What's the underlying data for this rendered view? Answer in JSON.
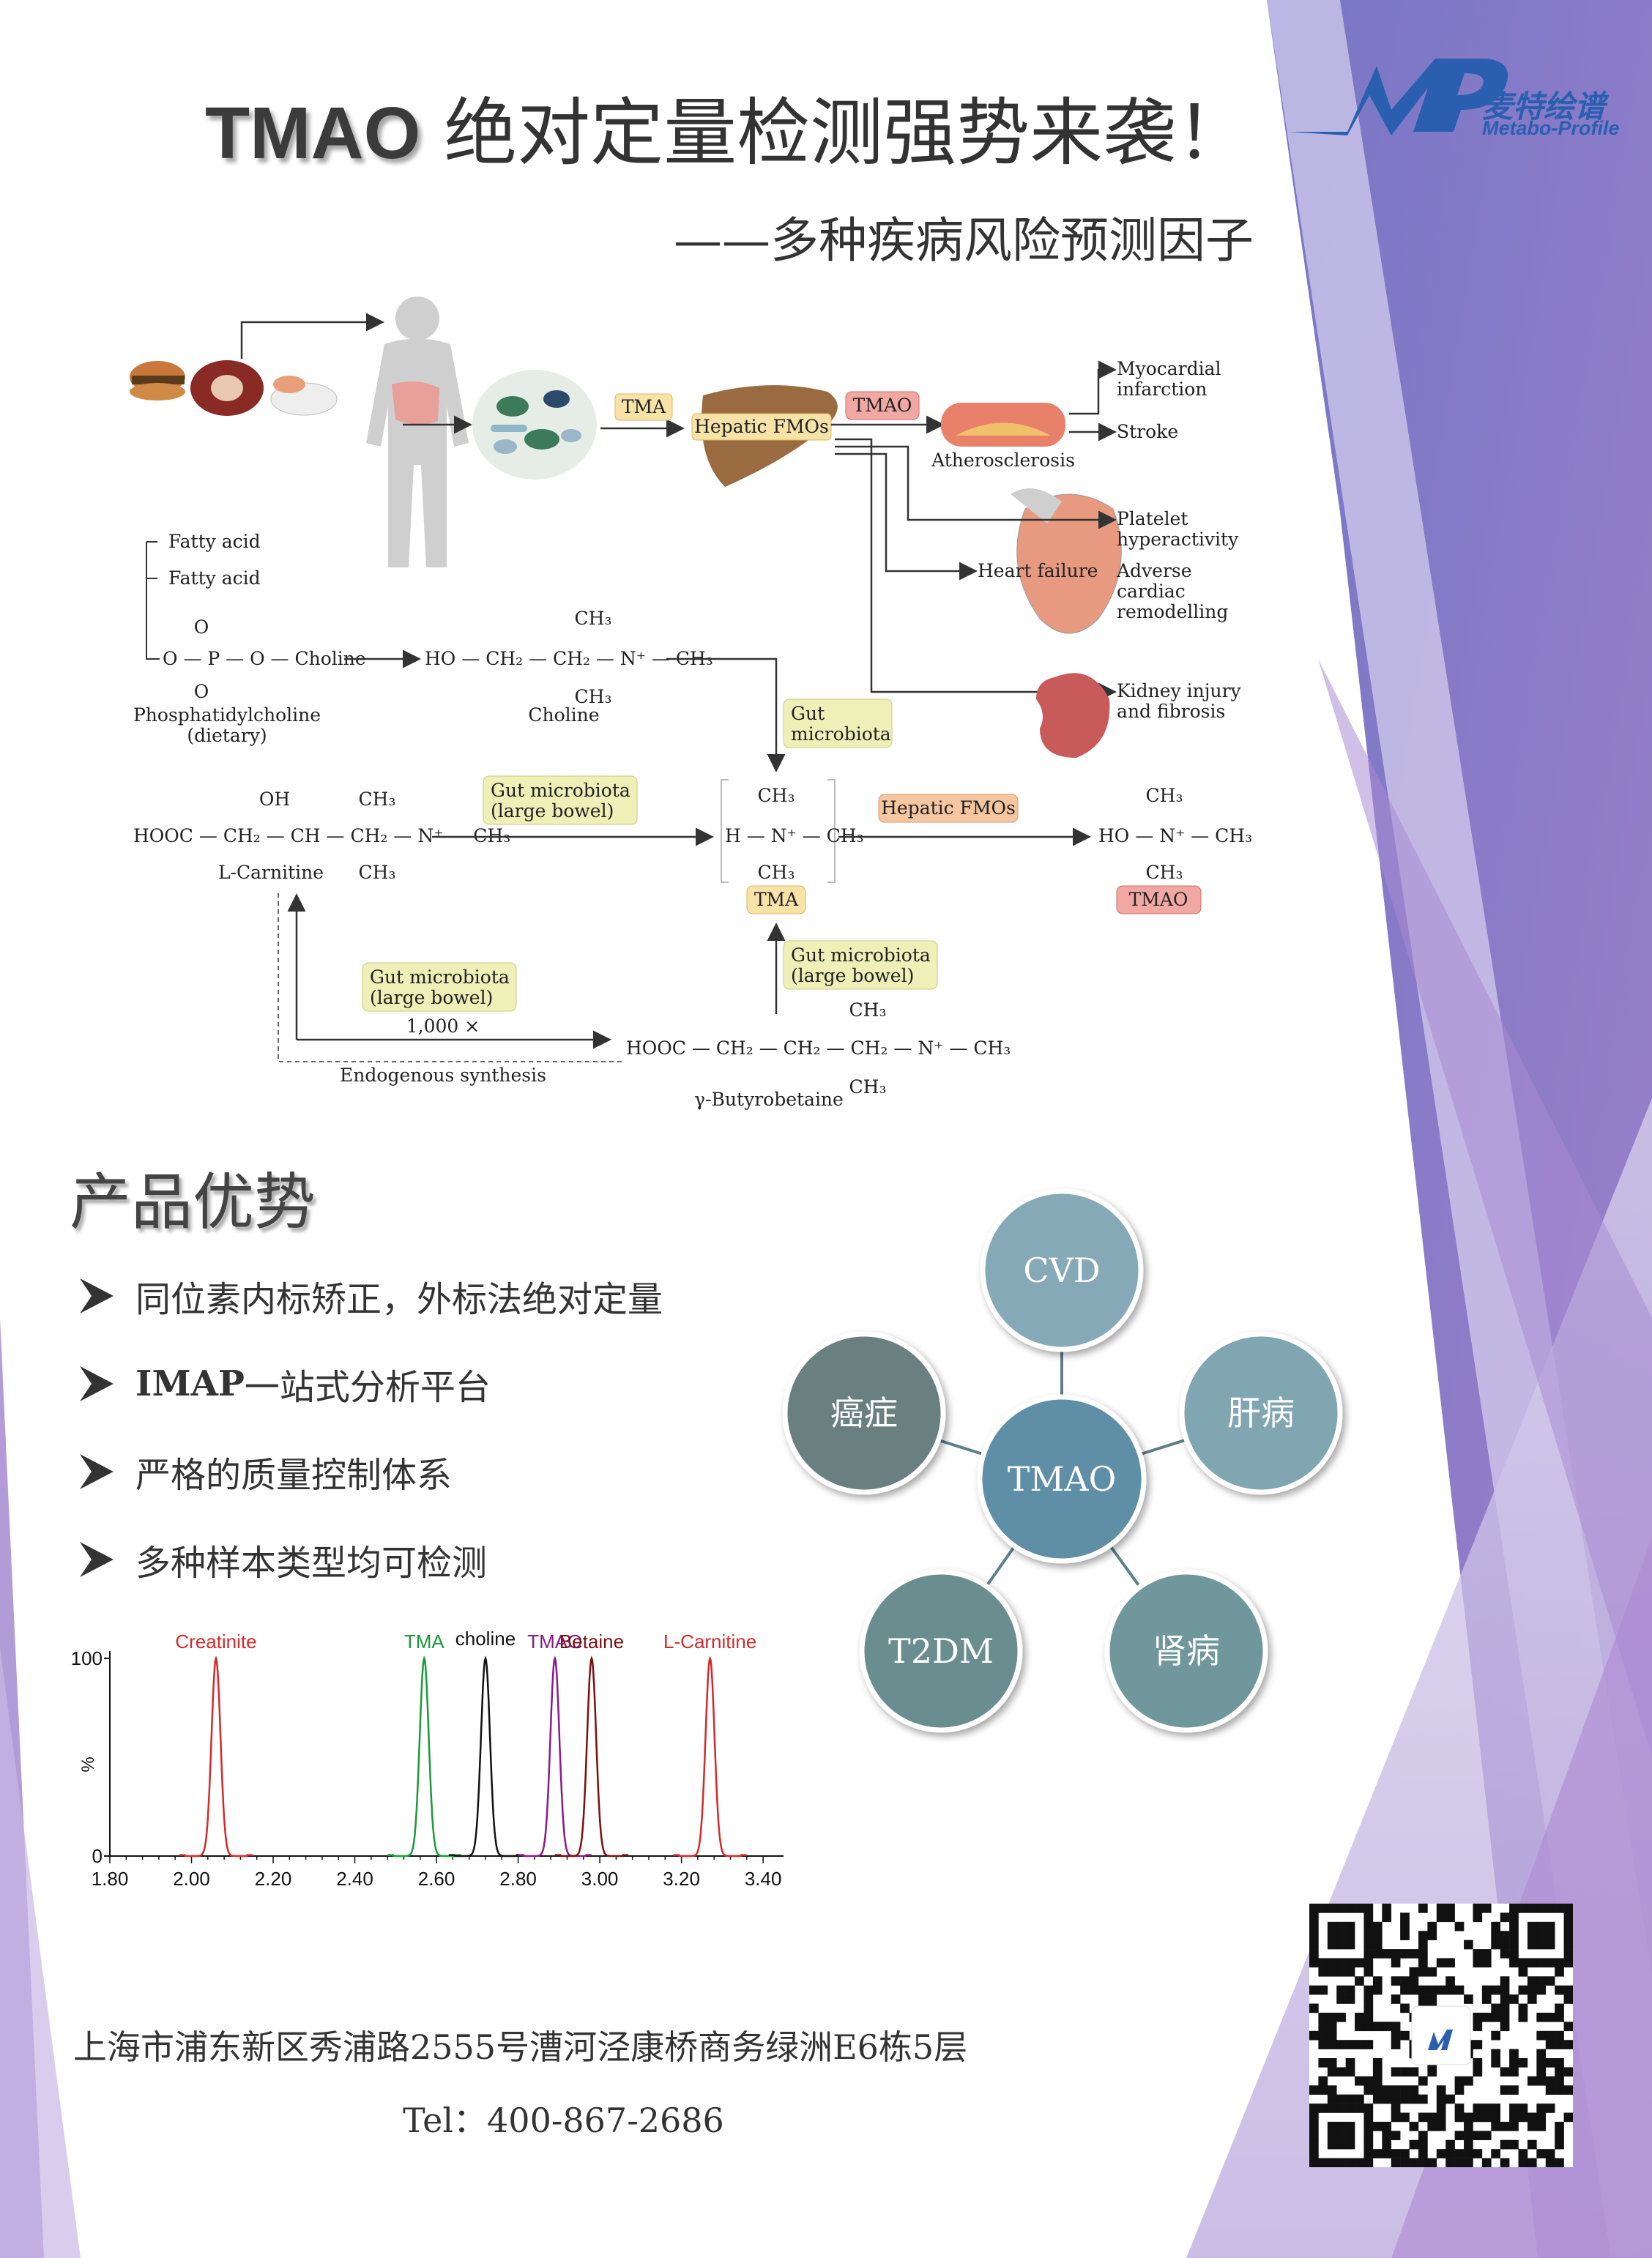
{
  "header": {
    "title_bold": "TMAO",
    "title_rest": "绝对定量检测强势来袭！",
    "subtitle": "——多种疾病风险预测因子"
  },
  "logo": {
    "cn": "麦特绘谱",
    "en": "Metabo-Profile",
    "mark": "MP"
  },
  "pathway": {
    "top": {
      "tma": "TMA",
      "hepatic_fmos": "Hepatic FMOs",
      "tmao": "TMAO",
      "atherosclerosis": "Atherosclerosis",
      "myocardial": [
        "Myocardial",
        "infarction"
      ],
      "stroke": "Stroke",
      "platelet": [
        "Platelet",
        "hyperactivity"
      ],
      "heart_failure": "Heart failure",
      "adverse": [
        "Adverse",
        "cardiac",
        "remodelling"
      ],
      "kidney": [
        "Kidney injury",
        "and fibrosis"
      ]
    },
    "fatty_acid_1": "Fatty acid",
    "fatty_acid_2": "Fatty acid",
    "o_top": "O",
    "o_bottom": "O",
    "phos_chain": "O — P — O — Choline",
    "phosphatidylcholine": [
      "Phosphatidylcholine",
      "(dietary)"
    ],
    "choline_formula": "HO — CH₂ — CH₂ — N⁺ — CH₃",
    "choline_ch3_top": "CH₃",
    "choline_ch3_bottom": "CH₃",
    "choline_label": "Choline",
    "gut_microbiota_1": [
      "Gut",
      "microbiota"
    ],
    "carnitine_oh": "OH",
    "carnitine_formula": "HOOC — CH₂ — CH — CH₂ — N⁺ — CH₃",
    "carnitine_ch3_top": "CH₃",
    "carnitine_ch3_bottom": "CH₃",
    "carnitine_label": "L-Carnitine",
    "gut_large_bowel_1": [
      "Gut microbiota",
      "(large bowel)"
    ],
    "tma_formula": "H — N⁺ — CH₃",
    "tma_ch3_top": "CH₃",
    "tma_ch3_bottom": "CH₃",
    "tma_label": "TMA",
    "hepatic_fmos_2": "Hepatic FMOs",
    "tmao_formula": "HO — N⁺ — CH₃",
    "tmao_ch3_top": "CH₃",
    "tmao_ch3_bottom": "CH₃",
    "tmao_label": "TMAO",
    "gut_large_bowel_2": [
      "Gut microbiota",
      "(large bowel)"
    ],
    "gut_large_bowel_3": [
      "Gut microbiota",
      "(large bowel)"
    ],
    "times_1000": "1,000 ×",
    "endogenous": "Endogenous synthesis",
    "butyro_formula": "HOOC — CH₂ — CH₂ — CH₂ — N⁺ — CH₃",
    "butyro_ch3_top": "CH₃",
    "butyro_ch3_bottom": "CH₃",
    "butyro_label": "γ-Butyrobetaine"
  },
  "advantages": {
    "title": "产品优势",
    "item1": "同位素内标矫正，外标法绝对定量",
    "item2_bold": "IMAP",
    "item2_rest": "一站式分析平台",
    "item3": "严格的质量控制体系",
    "item4": "多种样本类型均可检测"
  },
  "network": {
    "center": "TMAO",
    "cvd": "CVD",
    "liver": "肝病",
    "kidney": "肾病",
    "t2dm": "T2DM",
    "cancer": "癌症",
    "colors": {
      "center": "#5e8fa6",
      "cvd": "#85a9b6",
      "liver": "#7fa6b1",
      "kidney": "#6f979c",
      "t2dm": "#6a8d8f",
      "cancer": "#6a7f7f"
    }
  },
  "chart_data": {
    "type": "line",
    "xlim": [
      1.8,
      3.45
    ],
    "ylim": [
      0,
      100
    ],
    "ylabel": "%",
    "x_ticks": [
      "1.80",
      "2.00",
      "2.20",
      "2.40",
      "2.60",
      "2.80",
      "3.00",
      "3.20",
      "3.40"
    ],
    "y_ticks": [
      "100",
      "0"
    ],
    "series": [
      {
        "name": "Creatinite",
        "peak_x": 2.06,
        "peak_y": 100,
        "color": "#d42a2a"
      },
      {
        "name": "TMA",
        "peak_x": 2.57,
        "peak_y": 100,
        "color": "#1a9a3a"
      },
      {
        "name": "choline",
        "peak_x": 2.72,
        "peak_y": 100,
        "color": "#111111"
      },
      {
        "name": "TMAO",
        "peak_x": 2.89,
        "peak_y": 100,
        "color": "#8a1a8a"
      },
      {
        "name": "Betaine",
        "peak_x": 2.98,
        "peak_y": 100,
        "color": "#7a1010"
      },
      {
        "name": "L-Carnitine",
        "peak_x": 3.27,
        "peak_y": 100,
        "color": "#d42a2a"
      }
    ]
  },
  "footer": {
    "address": "上海市浦东新区秀浦路2555号漕河泾康桥商务绿洲E6栋5层",
    "tel": "Tel：400-867-2686"
  }
}
